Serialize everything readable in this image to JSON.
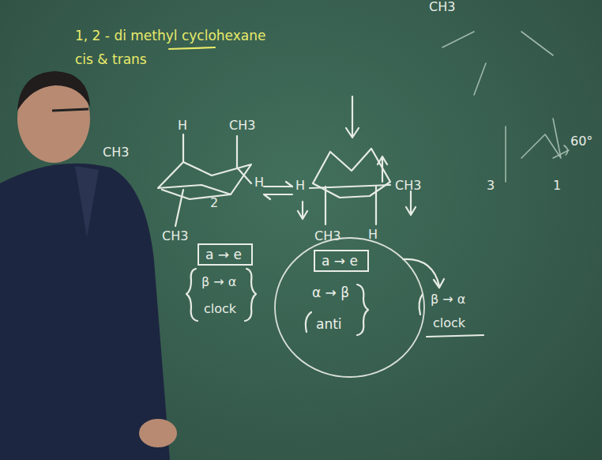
{
  "diagram": {
    "nodes": [
      {
        "text": [
          "a → e"
        ]
      },
      {
        "text": [
          "α → β",
          "anti"
        ]
      },
      {
        "text": [
          "a → e"
        ],
        "in": 1
      }
    ],
    "labels": [
      "1, 2 - di methyl cyclohexane",
      "cis & trans",
      "CH3",
      "H",
      "CH3",
      "CH3",
      "H",
      "2",
      "CH3",
      "β → α",
      "clock",
      "H",
      "CH3",
      "CH3",
      "H",
      "β → α",
      "clock",
      "3",
      "1",
      "60°"
    ]
  }
}
